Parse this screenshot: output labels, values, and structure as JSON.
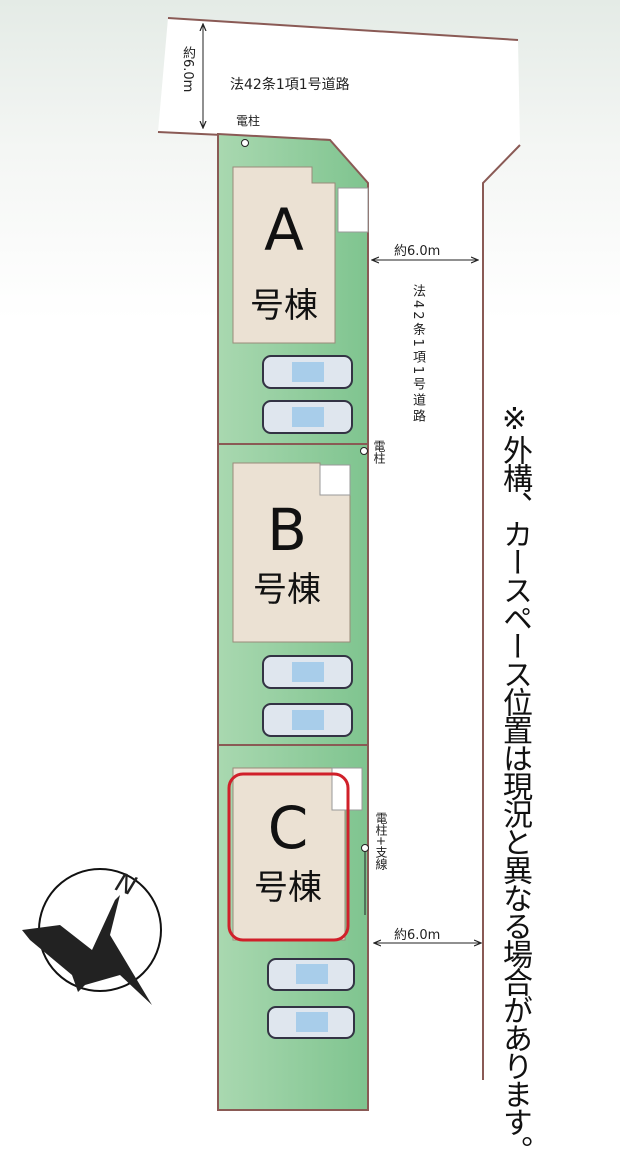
{
  "roads": {
    "top_road_label": "法42条1項1号道路",
    "top_road_width": "約6.0m",
    "side_road_label": "法42条1項1号道路",
    "side_road_width_top": "約6.0m",
    "side_road_width_bottom": "約6.0m"
  },
  "utility": {
    "pole_top": "電柱",
    "pole_middle": "電柱",
    "pole_bottom": "電柱+支線"
  },
  "lots": [
    {
      "letter": "A",
      "suffix": "号棟",
      "highlighted": false
    },
    {
      "letter": "B",
      "suffix": "号棟",
      "highlighted": false
    },
    {
      "letter": "C",
      "suffix": "号棟",
      "highlighted": true
    }
  ],
  "compass": {
    "label": "N"
  },
  "note": "※外構、カースペース位置は現況と異なる場合があります。",
  "colors": {
    "lot_green": "#8fcc9c",
    "building": "#ebe1d3",
    "boundary": "#8a5a55",
    "highlight": "#d0202a"
  }
}
